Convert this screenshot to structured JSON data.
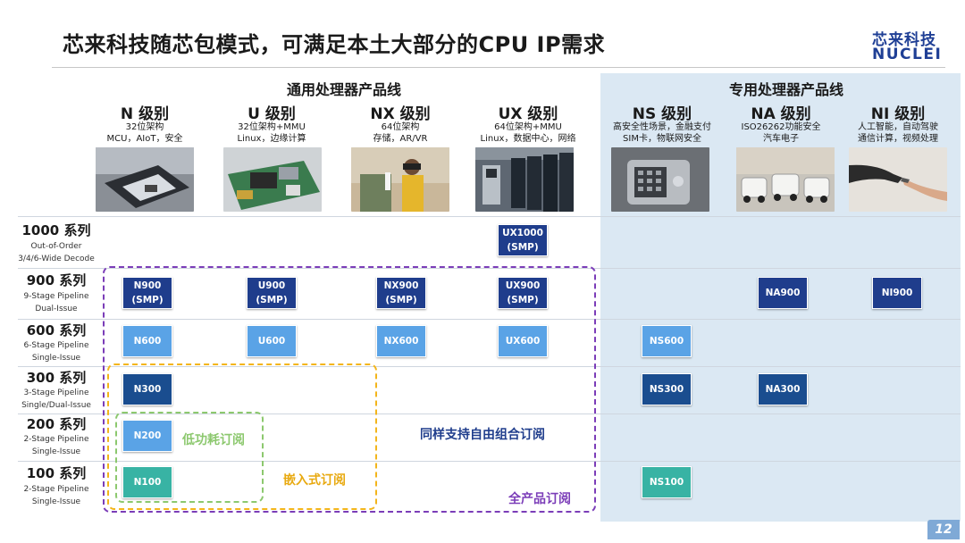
{
  "title": "芯来科技随芯包模式，可满足本土大部分的CPU  IP需求",
  "logo": {
    "cn": "芯来科技",
    "en": "NUCLEI"
  },
  "groups": {
    "general": "通用处理器产品线",
    "special": "专用处理器产品线"
  },
  "columns": [
    {
      "level": "N  级别",
      "desc1": "32位架构",
      "desc2": "MCU，AIoT，安全",
      "photo": "chip-photo"
    },
    {
      "level": "U  级别",
      "desc1": "32位架构+MMU",
      "desc2": "Linux，边缘计算",
      "photo": "board-photo"
    },
    {
      "level": "NX  级别",
      "desc1": "64位架构",
      "desc2": "存储，AR/VR",
      "photo": "vr-photo"
    },
    {
      "level": "UX  级别",
      "desc1": "64位架构+MMU",
      "desc2": "Linux，数据中心，网络",
      "photo": "datacenter-photo"
    },
    {
      "level": "NS  级别",
      "desc1": "高安全性场景，金融支付",
      "desc2": "SIM卡，物联网安全",
      "photo": "safe-photo"
    },
    {
      "level": "NA  级别",
      "desc1": "ISO26262功能安全",
      "desc2": "汽车电子",
      "photo": "robot-cars-photo"
    },
    {
      "level": "NI  级别",
      "desc1": "人工智能，自动驾驶",
      "desc2": "通信计算，视频处理",
      "photo": "ai-hand-photo"
    }
  ],
  "rows": [
    {
      "series": "1000  系列",
      "sub1": "Out-of-Order",
      "sub2": "3/4/6-Wide  Decode"
    },
    {
      "series": "900  系列",
      "sub1": "9-Stage  Pipeline",
      "sub2": "Dual-Issue"
    },
    {
      "series": "600  系列",
      "sub1": "6-Stage  Pipeline",
      "sub2": "Single-Issue"
    },
    {
      "series": "300  系列",
      "sub1": "3-Stage  Pipeline",
      "sub2": "Single/Dual-Issue"
    },
    {
      "series": "200  系列",
      "sub1": "2-Stage  Pipeline",
      "sub2": "Single-Issue"
    },
    {
      "series": "100  系列",
      "sub1": "2-Stage  Pipeline",
      "sub2": "Single-Issue"
    }
  ],
  "chips": {
    "ux1000": {
      "l1": "UX1000",
      "l2": "(SMP)"
    },
    "n900": {
      "l1": "N900",
      "l2": "(SMP)"
    },
    "u900": {
      "l1": "U900",
      "l2": "(SMP)"
    },
    "nx900": {
      "l1": "NX900",
      "l2": "(SMP)"
    },
    "ux900": {
      "l1": "UX900",
      "l2": "(SMP)"
    },
    "na900": "NA900",
    "ni900": "NI900",
    "n600": "N600",
    "u600": "U600",
    "nx600": "NX600",
    "ux600": "UX600",
    "ns600": "NS600",
    "n300": "N300",
    "ns300": "NS300",
    "na300": "NA300",
    "n200": "N200",
    "n100": "N100",
    "ns100": "NS100"
  },
  "labels": {
    "low_power": "低功耗订阅",
    "embedded": "嵌入式订阅",
    "combo": "同样支持自由组合订阅",
    "full": "全产品订阅"
  },
  "colors": {
    "dark": "#1f3d8c",
    "light": "#5aa3e6",
    "teal": "#38b3a4",
    "purple": "#7b3db8",
    "yellow": "#f3b51b",
    "green": "#8cc86e"
  },
  "page_number": "12"
}
